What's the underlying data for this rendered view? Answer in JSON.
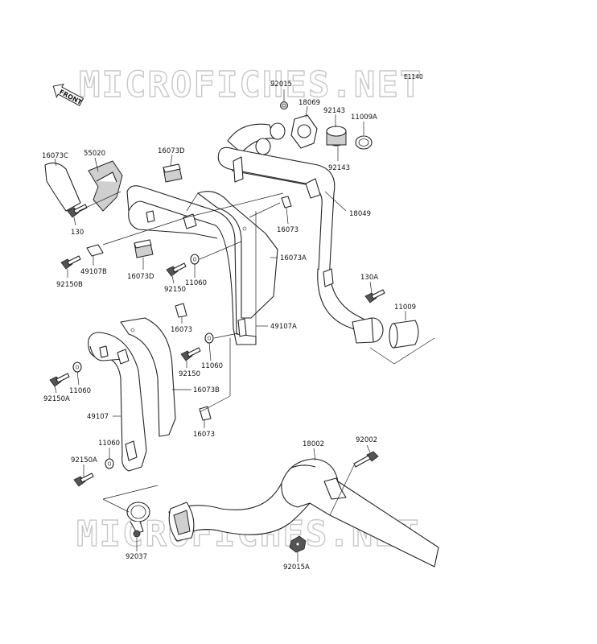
{
  "diagram_code": "E1140",
  "front_label": "FRONT",
  "watermarks": [
    "MICROFICHES.NET",
    "MICROFICHES.NET"
  ],
  "parts": {
    "p92015": "92015",
    "p18069": "18069",
    "p92143a": "92143",
    "p11009a": "11009A",
    "p92143b": "92143",
    "p16073c": "16073C",
    "p55020": "55020",
    "p16073d_top": "16073D",
    "p18049": "18049",
    "p130": "130",
    "p16073_upper": "16073",
    "p49107b": "49107B",
    "p16073a": "16073A",
    "p92150b": "92150B",
    "p16073d_mid": "16073D",
    "p92150_upper": "92150",
    "p11060_upper": "11060",
    "p130a": "130A",
    "p11009": "11009",
    "p16073_mid": "16073",
    "p49107a": "49107A",
    "p92150_lower": "92150",
    "p11060_mid": "11060",
    "p92150a_left": "92150A",
    "p11060_left": "11060",
    "p16073b": "16073B",
    "p49107": "49107",
    "p16073_lower": "16073",
    "p18002": "18002",
    "p92002": "92002",
    "p11060_low": "11060",
    "p92150a_low": "92150A",
    "p92037": "92037",
    "p92015a": "92015A"
  }
}
